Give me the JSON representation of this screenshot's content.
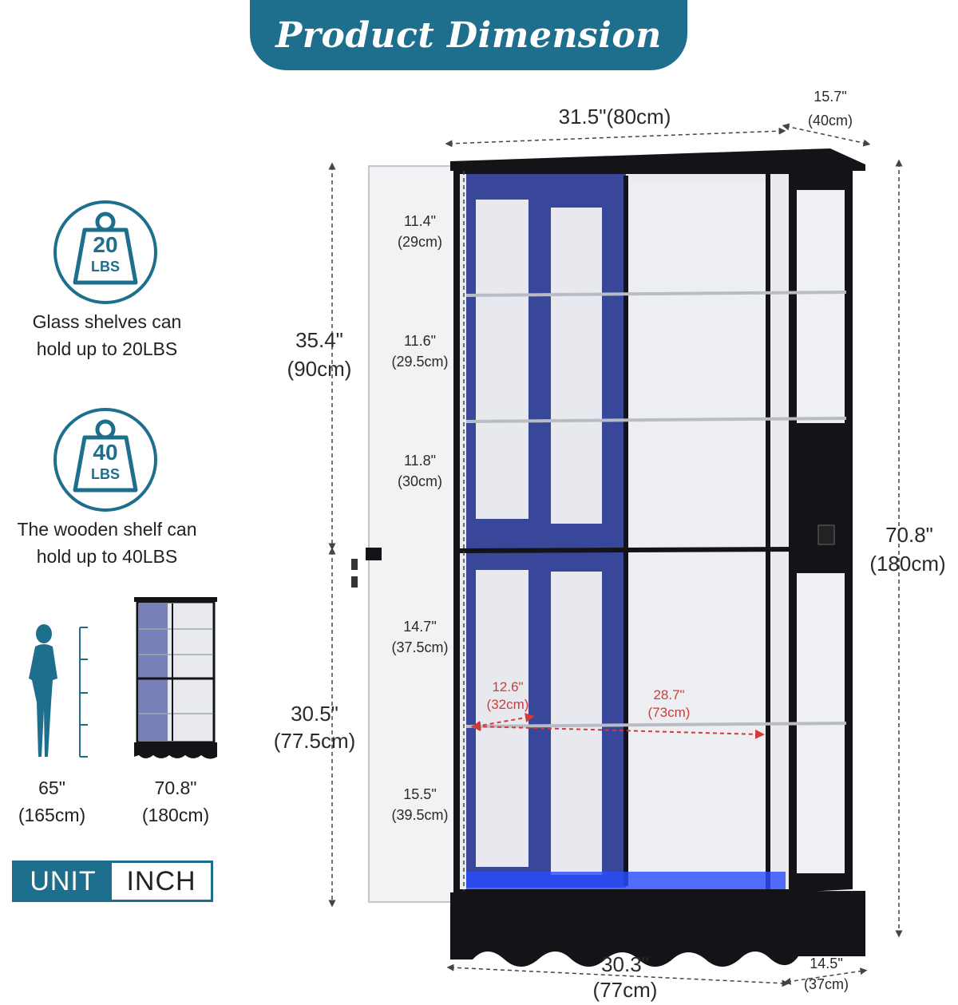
{
  "header": {
    "title": "Product Dimension"
  },
  "weights": [
    {
      "icon": "weight-icon",
      "number": "20",
      "unit": "LBS",
      "line1": "Glass shelves can",
      "line2": "hold up to 20LBS"
    },
    {
      "icon": "weight-icon",
      "number": "40",
      "unit": "LBS",
      "line1": "The wooden shelf can",
      "line2": "hold up to 40LBS"
    }
  ],
  "scale": {
    "person_height": "65\"",
    "person_height_cm": "(165cm)",
    "cabinet_height": "70.8\"",
    "cabinet_height_cm": "(180cm)"
  },
  "unit_badge": {
    "label": "UNIT",
    "value": "INCH"
  },
  "dimensions": {
    "top_width": "31.5\"(80cm)",
    "top_depth": "15.7\"",
    "top_depth_cm": "(40cm)",
    "total_height": "70.8\"",
    "total_height_cm": "(180cm)",
    "upper_height": "35.4\"",
    "upper_height_cm": "(90cm)",
    "lower_height": "30.5\"",
    "lower_height_cm": "(77.5cm)",
    "shelf1": "11.4\"",
    "shelf1_cm": "(29cm)",
    "shelf2": "11.6\"",
    "shelf2_cm": "(29.5cm)",
    "shelf3": "11.8\"",
    "shelf3_cm": "(30cm)",
    "shelf4": "14.7\"",
    "shelf4_cm": "(37.5cm)",
    "shelf5": "15.5\"",
    "shelf5_cm": "(39.5cm)",
    "inner_depth": "12.6\"",
    "inner_depth_cm": "(32cm)",
    "inner_width": "28.7\"",
    "inner_width_cm": "(73cm)",
    "bottom_width": "30.3\"",
    "bottom_width_cm": "(77cm)",
    "bottom_depth": "14.5\"",
    "bottom_depth_cm": "(37cm)"
  },
  "colors": {
    "accent": "#1d6f8d",
    "cabinet": "#141418",
    "led": "#2b4cff",
    "highlight": "#d13a3a"
  }
}
